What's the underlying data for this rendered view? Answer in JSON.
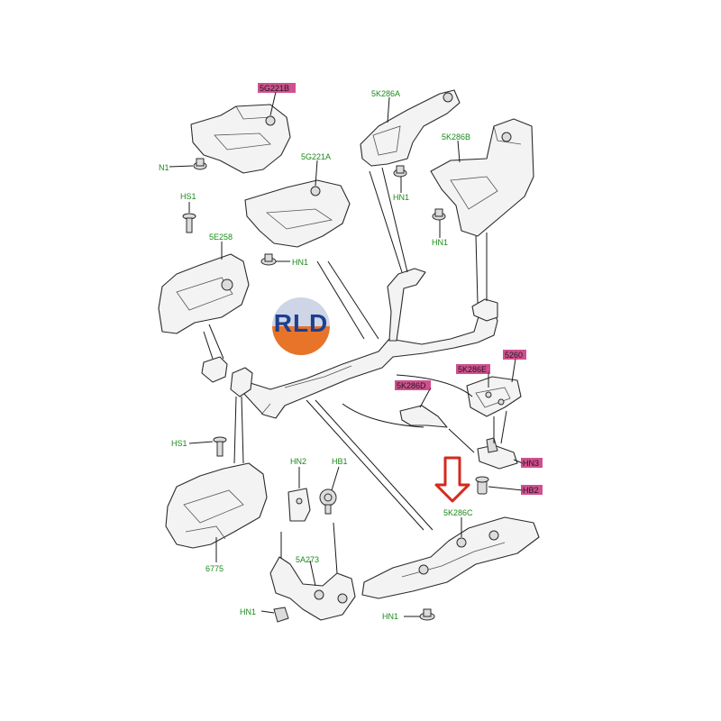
{
  "logo": {
    "text": "RLD",
    "top_color": "#1d3f8f",
    "bottom_color": "#e8742a"
  },
  "arrow_color": "#d42a1e",
  "label_color": "#1a8a1a",
  "highlight_color": "#c0166a",
  "callouts": {
    "c_5g221b": "5G221B",
    "c_5k286a": "5K286A",
    "c_5k286b": "5K286B",
    "c_n1": "N1",
    "c_5g221a": "5G221A",
    "c_hn1_a": "HN1",
    "c_hn1_b": "HN1",
    "c_hn1_c": "HN1",
    "c_hs1_top": "HS1",
    "c_5e258": "5E258",
    "c_5260": "5260",
    "c_5k286e": "5K286E",
    "c_5k286d": "5K286D",
    "c_hn3": "HN3",
    "c_hb2": "HB2",
    "c_hs1_bottom": "HS1",
    "c_hn2": "HN2",
    "c_hb1": "HB1",
    "c_5k286c": "5K286C",
    "c_5a273": "5A273",
    "c_6775": "6775",
    "c_hn1_d": "HN1",
    "c_hn1_e": "HN1"
  }
}
